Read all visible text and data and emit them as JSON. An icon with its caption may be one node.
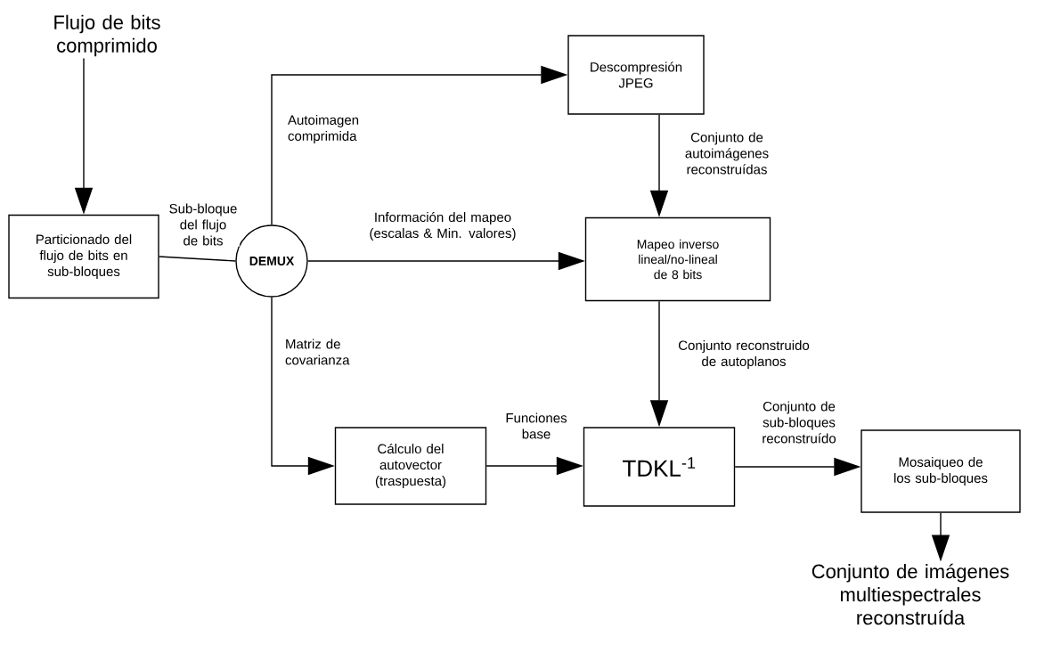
{
  "diagram": {
    "nodes": [
      {
        "text": [
          "Flujo de bits comprimido"
        ]
      },
      {
        "text": [
          "Particionado del flujo de bits en sub-bloques"
        ]
      },
      {
        "text": [
          "DEMUX"
        ]
      },
      {
        "text": [
          "Descompresión JPEG"
        ]
      },
      {
        "text": [
          "Mapeo inverso lineal/no-lineal de 8 bits"
        ]
      },
      {
        "text": [
          "Cálculo del autovector (traspuesta)"
        ]
      },
      {
        "text": [
          "TDKL$^{-1}$"
        ]
      },
      {
        "text": [
          "Mosaiqueo de los sub-bloques"
        ]
      },
      {
        "text": [
          "Conjunto de imágenes multiespectrales reconstruída"
        ]
      }
    ],
    "edges": [
      {
        "from": 0,
        "to": 1,
        "arrow": "to"
      },
      {
        "from": 1,
        "to": 2,
        "arrow": "none",
        "label": "Sub-bloque del flujo de bits"
      },
      {
        "from": 2,
        "to": 3,
        "arrow": "to",
        "label": "Autoimagen comprimida"
      },
      {
        "from": 2,
        "to": 4,
        "arrow": "to",
        "label": "Información del mapeo (escalas & Min. valores)"
      },
      {
        "from": 2,
        "to": 5,
        "arrow": "to",
        "label": "Matriz de covarianza"
      },
      {
        "from": 3,
        "to": 4,
        "arrow": "to",
        "label": "Conjunto de autoimágenes reconstruídas"
      },
      {
        "from": 4,
        "to": 6,
        "arrow": "to",
        "label": "Conjunto reconstruido de autoplanos"
      },
      {
        "from": 5,
        "to": 6,
        "arrow": "to",
        "label": "Funciones base"
      },
      {
        "from": 6,
        "to": 7,
        "arrow": "to",
        "label": "Conjunto de sub-bloques reconstruído"
      },
      {
        "from": 7,
        "to": 8,
        "arrow": "to"
      }
    ]
  }
}
